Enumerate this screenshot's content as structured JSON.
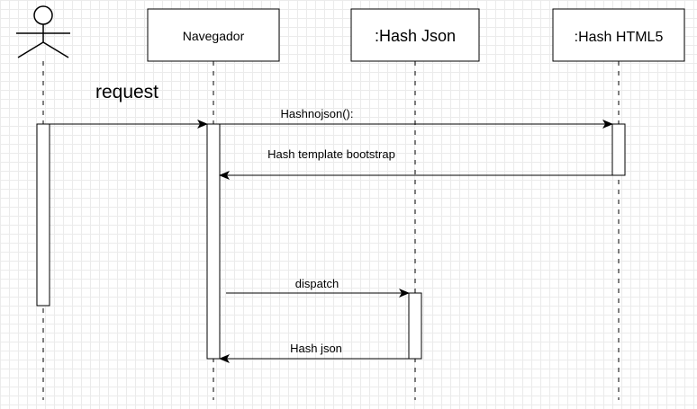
{
  "participants": [
    {
      "id": "actor",
      "label": ""
    },
    {
      "id": "navegador",
      "label": "Navegador"
    },
    {
      "id": "hash_json",
      "label": ":Hash Json"
    },
    {
      "id": "hash_html5",
      "label": ":Hash HTML5"
    }
  ],
  "messages": [
    {
      "label": "request"
    },
    {
      "label": "Hashnojson():"
    },
    {
      "label": "Hash template bootstrap"
    },
    {
      "label": "dispatch"
    },
    {
      "label": "Hash json"
    }
  ]
}
